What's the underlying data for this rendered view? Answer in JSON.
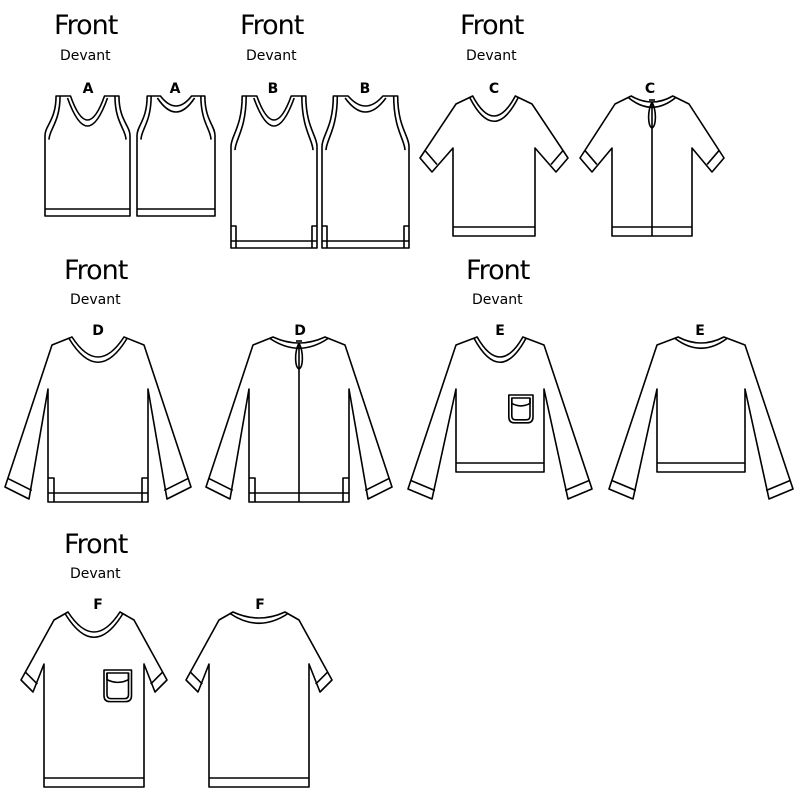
{
  "headings": [
    {
      "title": "Front",
      "subtitle": "Devant"
    },
    {
      "title": "Front",
      "subtitle": "Devant"
    },
    {
      "title": "Front",
      "subtitle": "Devant"
    },
    {
      "title": "Front",
      "subtitle": "Devant"
    },
    {
      "title": "Front",
      "subtitle": "Devant"
    },
    {
      "title": "Front",
      "subtitle": "Devant"
    }
  ],
  "views": [
    {
      "label": "A",
      "style": "tank",
      "side": "front"
    },
    {
      "label": "A",
      "style": "tank",
      "side": "back"
    },
    {
      "label": "B",
      "style": "tank",
      "side": "front",
      "side_slits": true
    },
    {
      "label": "B",
      "style": "tank",
      "side": "back",
      "side_slits": true
    },
    {
      "label": "C",
      "style": "short-sleeve",
      "side": "front"
    },
    {
      "label": "C",
      "style": "short-sleeve",
      "side": "back",
      "keyhole": true,
      "center_seam": true
    },
    {
      "label": "D",
      "style": "long-sleeve",
      "side": "front",
      "side_slits": true
    },
    {
      "label": "D",
      "style": "long-sleeve",
      "side": "back",
      "keyhole": true,
      "center_seam": true,
      "side_slits": true
    },
    {
      "label": "E",
      "style": "long-sleeve-cropped",
      "side": "front",
      "pocket": true
    },
    {
      "label": "E",
      "style": "long-sleeve-cropped",
      "side": "back"
    },
    {
      "label": "F",
      "style": "short-sleeve",
      "side": "front",
      "pocket": true
    },
    {
      "label": "F",
      "style": "short-sleeve",
      "side": "back"
    }
  ]
}
